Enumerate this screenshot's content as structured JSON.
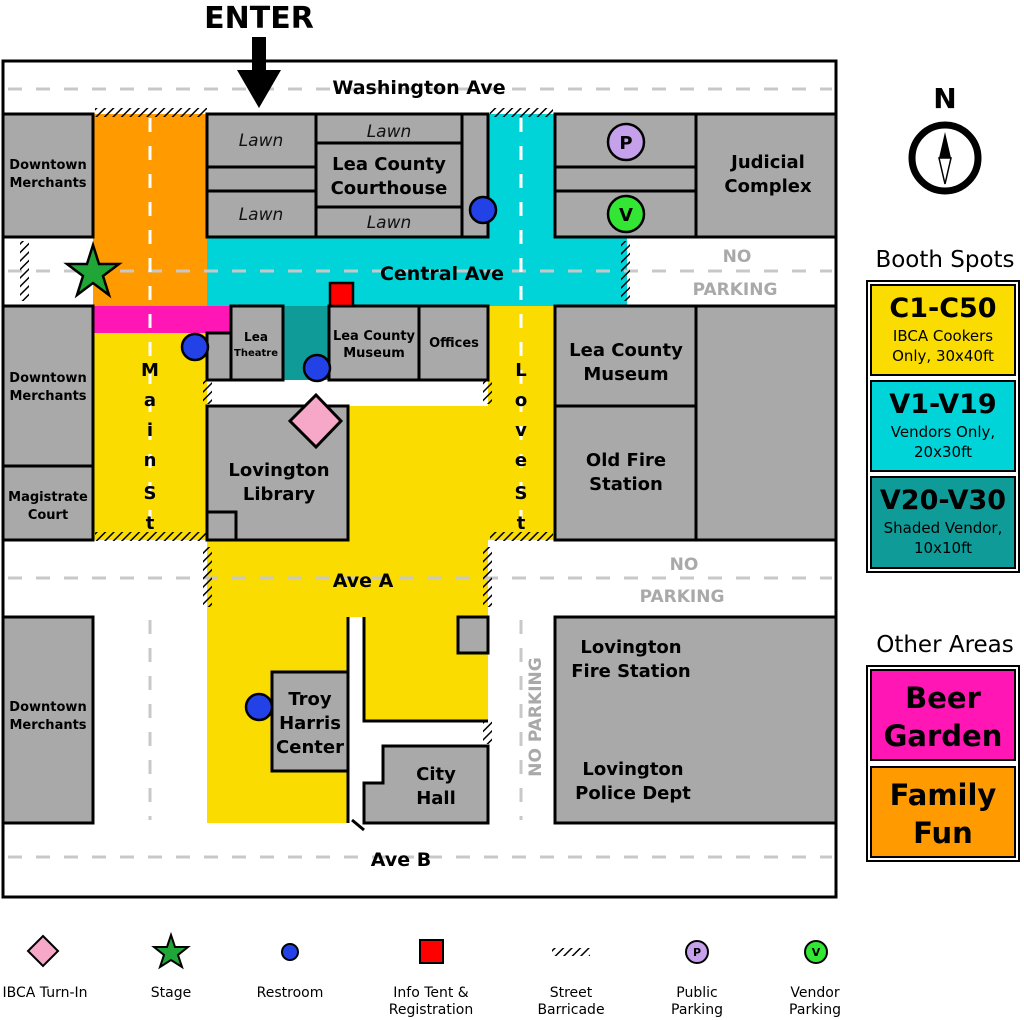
{
  "enter": "ENTER",
  "compass": {
    "north": "N"
  },
  "streets": {
    "washington": "Washington Ave",
    "central": "Central Ave",
    "ave_a": "Ave A",
    "ave_b": "Ave B",
    "main_st": [
      "M",
      "a",
      "i",
      "n",
      "",
      "S",
      "t"
    ],
    "love_st": [
      "L",
      "o",
      "v",
      "e",
      "",
      "S",
      "t"
    ]
  },
  "no_parking": {
    "line1": "NO",
    "line2": "PARKING",
    "vertical": "NO PARKING"
  },
  "buildings": {
    "downtown_merchants": [
      "Downtown",
      "Merchants"
    ],
    "magistrate_court": [
      "Magistrate",
      "Court"
    ],
    "lawn": "Lawn",
    "courthouse": [
      "Lea County",
      "Courthouse"
    ],
    "judicial": [
      "Judicial",
      "Complex"
    ],
    "lea_theatre": [
      "Lea",
      "Theatre"
    ],
    "museum_small": [
      "Lea County",
      "Museum"
    ],
    "offices": "Offices",
    "museum_big": [
      "Lea County",
      "Museum"
    ],
    "library": [
      "Lovington",
      "Library"
    ],
    "old_fire": [
      "Old Fire",
      "Station"
    ],
    "troy_harris": [
      "Troy",
      "Harris",
      "Center"
    ],
    "city_hall": [
      "City",
      "Hall"
    ],
    "fire_station": [
      "Lovington",
      "Fire Station"
    ],
    "police": [
      "Lovington",
      "Police Dept"
    ]
  },
  "markers": {
    "public_parking": "P",
    "vendor_parking": "V"
  },
  "booth_spots": {
    "title": "Booth Spots",
    "items": [
      {
        "code": "C1-C50",
        "desc1": "IBCA Cookers",
        "desc2": "Only, 30x40ft",
        "color": "#FADC00"
      },
      {
        "code": "V1-V19",
        "desc1": "Vendors Only,",
        "desc2": "20x30ft",
        "color": "#00D4D8"
      },
      {
        "code": "V20-V30",
        "desc1": "Shaded Vendor,",
        "desc2": "10x10ft",
        "color": "#0F9C99"
      }
    ]
  },
  "other_areas": {
    "title": "Other Areas",
    "items": [
      {
        "line1": "Beer",
        "line2": "Garden",
        "color": "#FF16B4"
      },
      {
        "line1": "Family",
        "line2": "Fun",
        "color": "#FF9A00"
      }
    ]
  },
  "legend": {
    "turn_in": "IBCA Turn-In",
    "stage": "Stage",
    "restroom": "Restroom",
    "info1": "Info Tent &",
    "info2": "Registration",
    "barricade1": "Street",
    "barricade2": "Barricade",
    "public1": "Public",
    "public2": "Parking",
    "vendor1": "Vendor",
    "vendor2": "Parking"
  },
  "colors": {
    "cookers": "#FADC00",
    "vendors": "#00D4D8",
    "shaded_vendors": "#0F9C99",
    "beer_garden": "#FF16B4",
    "family_fun": "#FF9A00",
    "building": "#A9A9A9",
    "turn_in": "#F7A8C8",
    "stage": "#1FA637",
    "restroom": "#2242E8",
    "info_tent": "#FF0000",
    "public_parking": "#C5A1EC",
    "vendor_parking": "#33E633"
  }
}
